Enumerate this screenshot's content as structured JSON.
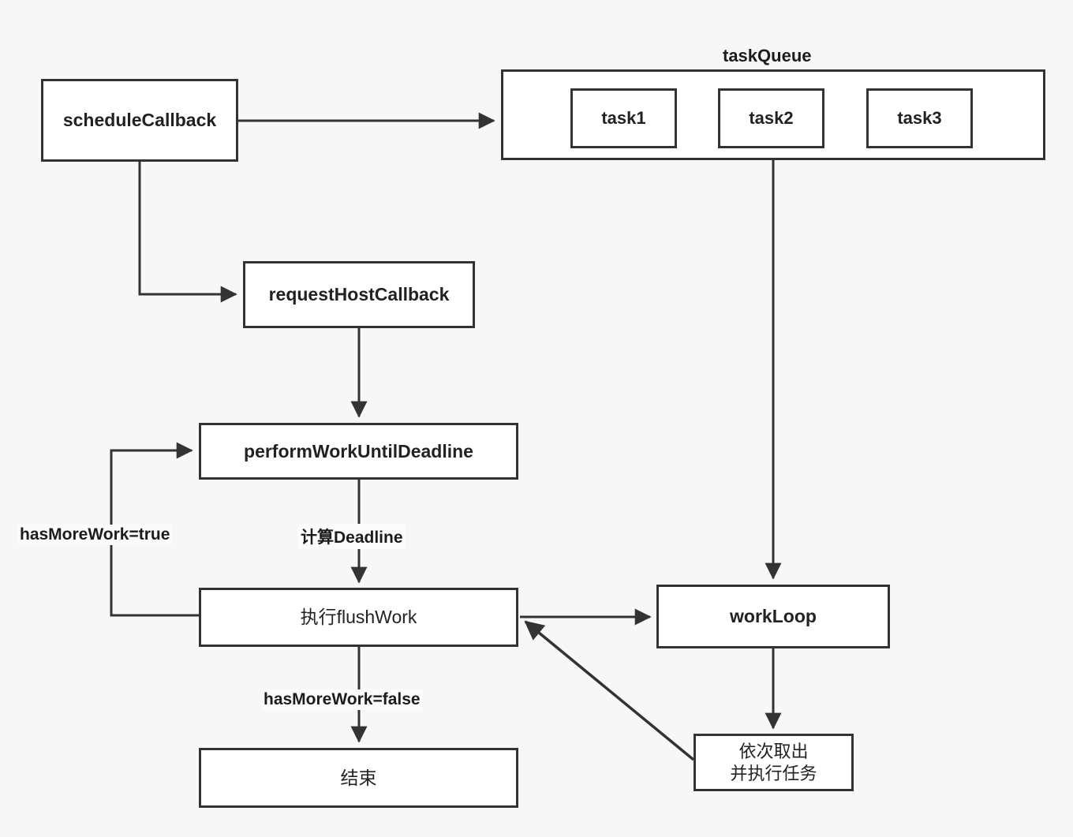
{
  "diagram": {
    "title": "React Scheduler flow",
    "background": "#f7f7f7",
    "stroke": "#333333",
    "fill": "#ffffff",
    "text_color": "#222222"
  },
  "nodes": {
    "schedule_callback": "scheduleCallback",
    "request_host_callback": "requestHostCallback",
    "perform_work_until_deadline": "performWorkUntilDeadline",
    "flush_work": "执行flushWork",
    "end": "结束",
    "work_loop": "workLoop",
    "take_tasks": "依次取出\n并执行任务",
    "take_tasks_line1": "依次取出",
    "take_tasks_line2": "并执行任务"
  },
  "task_queue": {
    "title": "taskQueue",
    "tasks": [
      {
        "label": "task1"
      },
      {
        "label": "task2"
      },
      {
        "label": "task3"
      }
    ]
  },
  "edge_labels": {
    "has_more_work_true": "hasMoreWork=true",
    "compute_deadline": "计算Deadline",
    "has_more_work_false": "hasMoreWork=false"
  }
}
